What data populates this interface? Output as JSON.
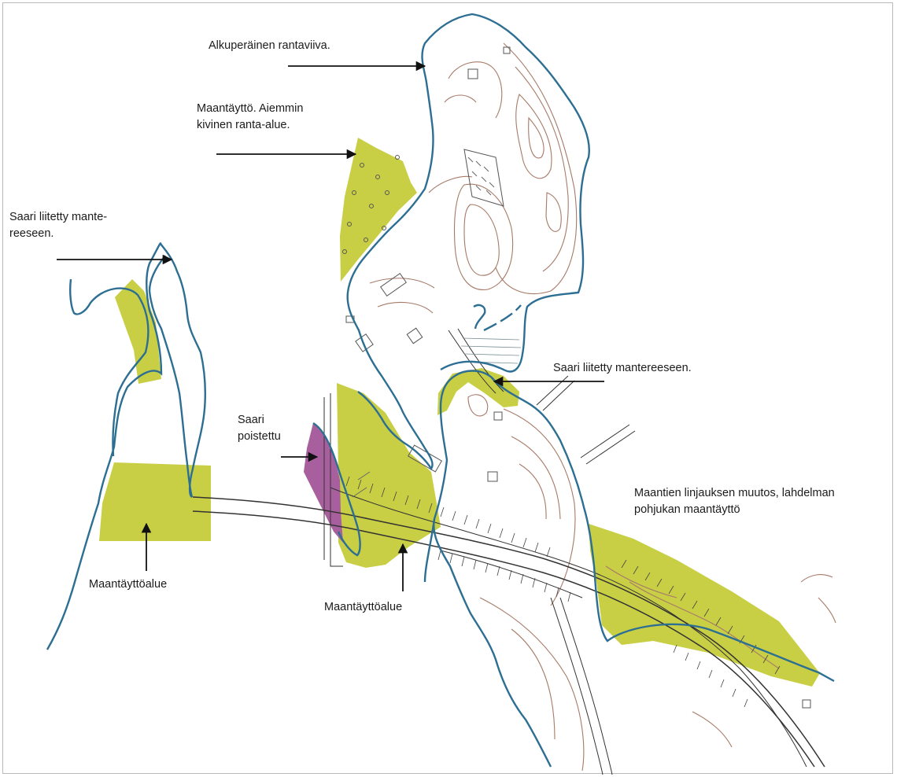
{
  "colors": {
    "fill_area": "#c9cf45",
    "removed_island": "#a85f9e",
    "shoreline": "#2d6f93",
    "contour": "#a77a68",
    "road": "#333333",
    "arrow": "#111111"
  },
  "legend_labels": {
    "original_shoreline": "Alkuperäinen rantaviiva.",
    "fill_north": "Maantäyttö. Aiemmin\nkivinen ranta-alue.",
    "island_joined_left": "Saari liitetty mante-\nreeseen.",
    "island_removed": "Saari\npoistettu",
    "island_joined_right": "Saari liitetty mantereeseen.",
    "road_realignment": "Maantien linjauksen muutos, lahdelman\npohjukan maantäyttö",
    "fill_area_left": "Maantäyttöalue",
    "fill_area_center": "Maantäyttöalue"
  }
}
